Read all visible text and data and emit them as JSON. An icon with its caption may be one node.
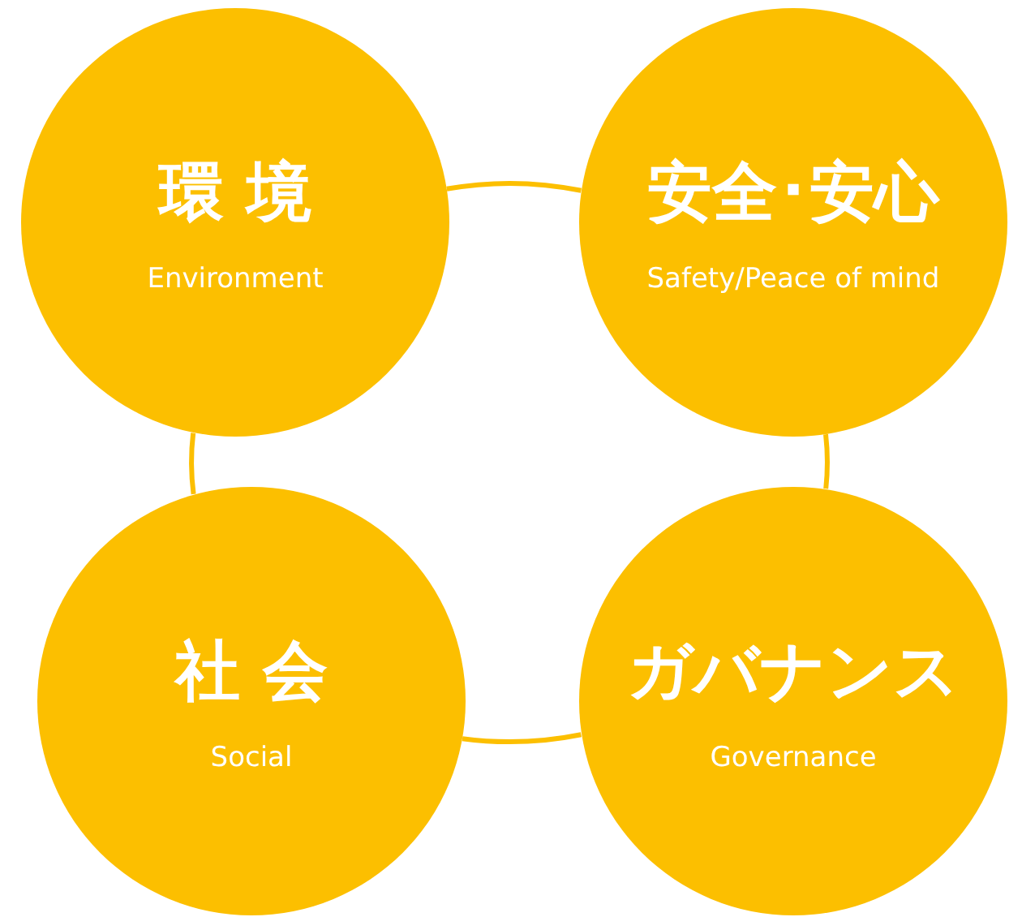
{
  "diagram": {
    "nodes": [
      {
        "text": [
          "環 境",
          "Environment"
        ]
      },
      {
        "text": [
          "安全･安心",
          "Safety/Peace of mind"
        ]
      },
      {
        "text": [
          "社 会",
          "Social"
        ]
      },
      {
        "text": [
          "ガバナンス",
          "Governance"
        ]
      }
    ],
    "edges": [
      {
        "from": 0,
        "to": 1,
        "arrow": "none"
      },
      {
        "from": 1,
        "to": 3,
        "arrow": "none"
      },
      {
        "from": 3,
        "to": 2,
        "arrow": "none"
      },
      {
        "from": 2,
        "to": 0,
        "arrow": "none"
      }
    ]
  }
}
